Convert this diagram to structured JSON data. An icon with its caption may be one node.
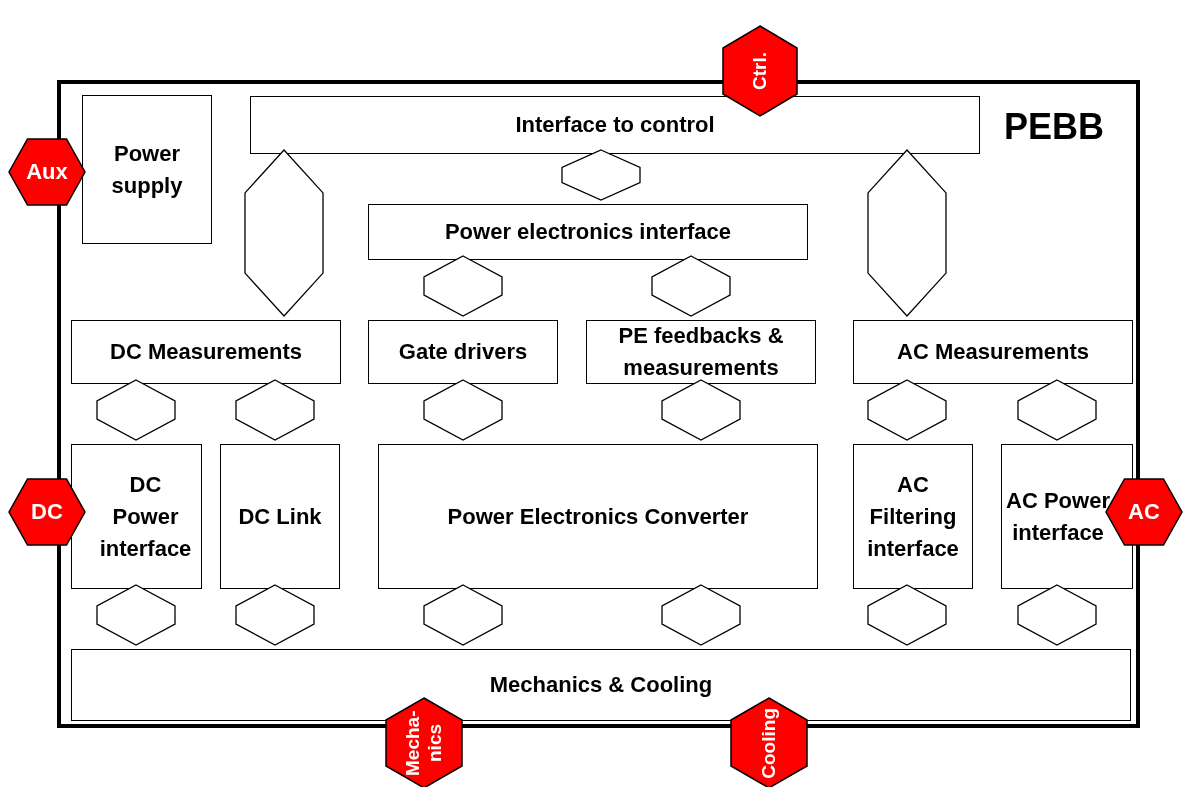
{
  "diagram": {
    "nodes": [
      {
        "text": [
          "PEBB"
        ]
      },
      {
        "text": [
          "Power supply"
        ],
        "in": 0
      },
      {
        "text": [
          "Interface to control"
        ],
        "in": 0
      },
      {
        "text": [
          "Power electronics interface"
        ],
        "in": 0
      },
      {
        "text": [
          "DC Measurements"
        ],
        "in": 0
      },
      {
        "text": [
          "Gate drivers"
        ],
        "in": 0
      },
      {
        "text": [
          "PE feedbacks & measurements"
        ],
        "in": 0
      },
      {
        "text": [
          "AC Measurements"
        ],
        "in": 0
      },
      {
        "text": [
          "DC Power interface"
        ],
        "in": 0
      },
      {
        "text": [
          "DC Link"
        ],
        "in": 0
      },
      {
        "text": [
          "Power Electronics Converter"
        ],
        "in": 0
      },
      {
        "text": [
          "AC Filtering interface"
        ],
        "in": 0
      },
      {
        "text": [
          "AC Power interface"
        ],
        "in": 0
      },
      {
        "text": [
          "Mechanics & Cooling"
        ],
        "in": 0
      },
      {
        "text": [
          "Ctrl."
        ]
      },
      {
        "text": [
          "Aux"
        ]
      },
      {
        "text": [
          "DC"
        ]
      },
      {
        "text": [
          "AC"
        ]
      },
      {
        "text": [
          "Mecha-nics"
        ]
      },
      {
        "text": [
          "Cooling"
        ]
      }
    ],
    "edges": [
      {
        "from": 2,
        "to": 4,
        "arrow": "none"
      },
      {
        "from": 2,
        "to": 3,
        "arrow": "none"
      },
      {
        "from": 2,
        "to": 7,
        "arrow": "none"
      },
      {
        "from": 3,
        "to": 5,
        "arrow": "none"
      },
      {
        "from": 3,
        "to": 6,
        "arrow": "none"
      },
      {
        "from": 4,
        "to": 8,
        "arrow": "none"
      },
      {
        "from": 4,
        "to": 9,
        "arrow": "none"
      },
      {
        "from": 5,
        "to": 10,
        "arrow": "none"
      },
      {
        "from": 6,
        "to": 10,
        "arrow": "none"
      },
      {
        "from": 7,
        "to": 11,
        "arrow": "none"
      },
      {
        "from": 7,
        "to": 12,
        "arrow": "none"
      },
      {
        "from": 8,
        "to": 13,
        "arrow": "none"
      },
      {
        "from": 9,
        "to": 13,
        "arrow": "none"
      },
      {
        "from": 10,
        "to": 13,
        "arrow": "none"
      },
      {
        "from": 10,
        "to": 13,
        "arrow": "none"
      },
      {
        "from": 11,
        "to": 13,
        "arrow": "none"
      },
      {
        "from": 12,
        "to": 13,
        "arrow": "none"
      }
    ]
  }
}
